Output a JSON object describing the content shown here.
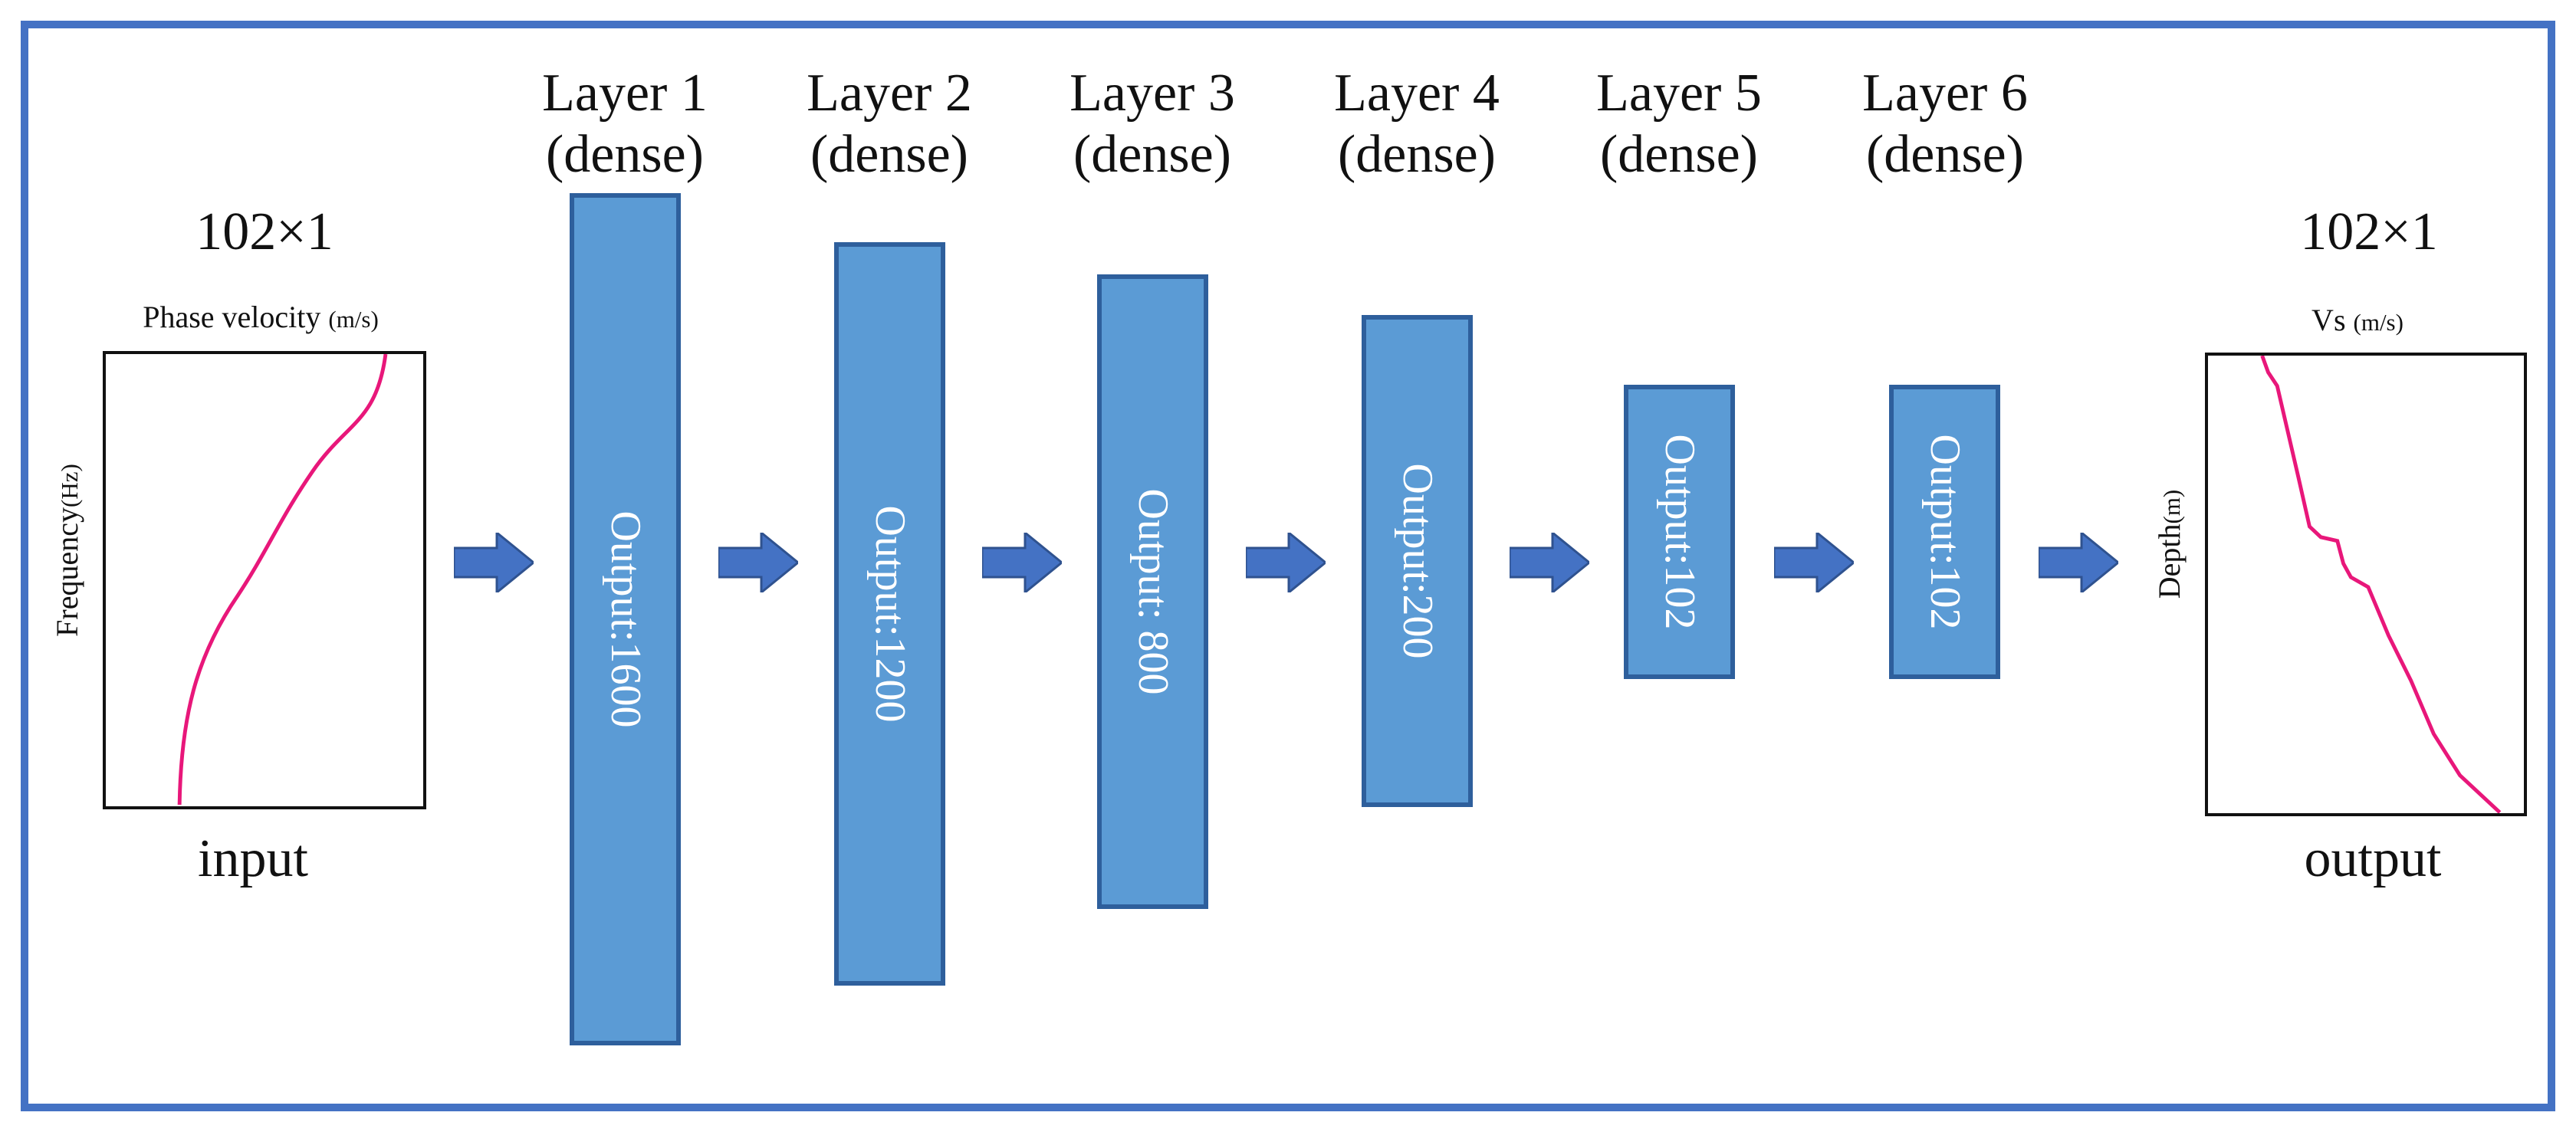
{
  "input": {
    "dims": "102×1",
    "axis_top": "Phase velocity",
    "axis_top_unit": "(m/s)",
    "axis_left": "Frequency",
    "axis_left_unit": "(Hz)",
    "caption": "input"
  },
  "layers": [
    {
      "name": "Layer 1",
      "type": "(dense)",
      "output": "Output:1600",
      "units": 1600
    },
    {
      "name": "Layer 2",
      "type": "(dense)",
      "output": "Output:1200",
      "units": 1200
    },
    {
      "name": "Layer 3",
      "type": "(dense)",
      "output": "Output: 800",
      "units": 800
    },
    {
      "name": "Layer 4",
      "type": "(dense)",
      "output": "Output:200",
      "units": 200
    },
    {
      "name": "Layer 5",
      "type": "(dense)",
      "output": "Output:102",
      "units": 102
    },
    {
      "name": "Layer 6",
      "type": "(dense)",
      "output": "Output:102",
      "units": 102
    }
  ],
  "output": {
    "dims": "102×1",
    "axis_top": "Vs",
    "axis_top_unit": "(m/s)",
    "axis_left": "Depth",
    "axis_left_unit": "(m)",
    "caption": "output"
  },
  "colors": {
    "layer_fill": "#5b9bd5",
    "layer_border": "#2e5f9c",
    "arrow": "#4472c4",
    "frame": "#4472c4",
    "curve": "#e8177a"
  }
}
